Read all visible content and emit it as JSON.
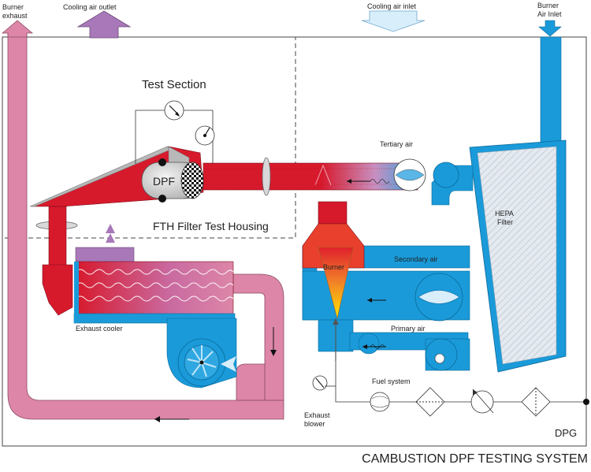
{
  "labels": {
    "burner_exhaust": [
      "Burner",
      "exhaust"
    ],
    "cooling_air_outlet": "Cooling air outlet",
    "cooling_air_inlet": "Cooling air inlet",
    "burner_air_inlet": [
      "Burner",
      "Air Inlet"
    ],
    "test_section": "Test Section",
    "dpf": "DPF",
    "fth_housing": "FTH Filter Test Housing",
    "tertiary_air": "Tertiary air",
    "hepa_filter": [
      "HEPA",
      "Filter"
    ],
    "burner": "Burner",
    "secondary_air": "Secondary air",
    "primary_air": "Primary air",
    "fuel_system": "Fuel system",
    "exhaust_cooler": "Exhaust cooler",
    "exhaust_blower": [
      "Exhaust",
      "blower"
    ],
    "dpg": "DPG",
    "system_title": "CAMBUSTION DPF TESTING SYSTEM"
  },
  "colors": {
    "hot_red": "#d7192c",
    "exhaust_pink": "#dd86a8",
    "air_blue": "#1a9ad9",
    "light_blue": "#d9eefb",
    "purple": "#a878b8",
    "grey": "#b8b8b8",
    "flame_yellow": "#ffe000"
  }
}
